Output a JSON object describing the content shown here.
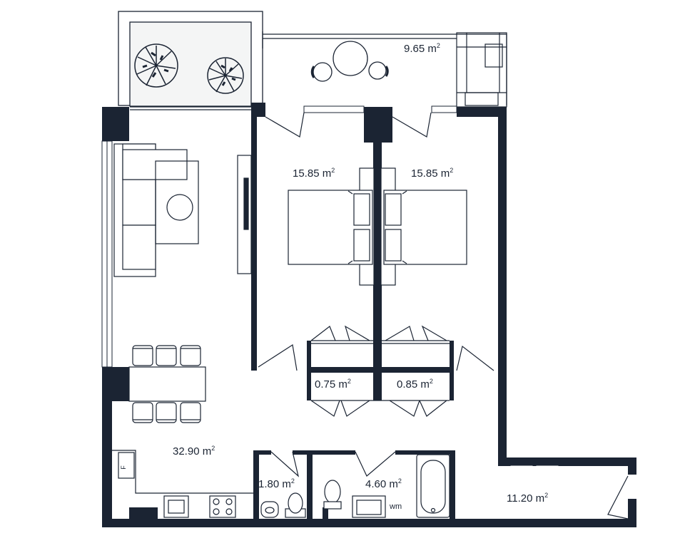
{
  "floor_plan": {
    "wall_color": "#1b2433",
    "line_color": "#1b2433",
    "rooms": [
      {
        "id": "balcony",
        "area": "9.65",
        "unit": "m",
        "sup": "2"
      },
      {
        "id": "bedroom-1",
        "area": "15.85",
        "unit": "m",
        "sup": "2"
      },
      {
        "id": "bedroom-2",
        "area": "15.85",
        "unit": "m",
        "sup": "2"
      },
      {
        "id": "closet-1",
        "area": "0.75",
        "unit": "m",
        "sup": "2"
      },
      {
        "id": "closet-2",
        "area": "0.85",
        "unit": "m",
        "sup": "2"
      },
      {
        "id": "living-kitchen",
        "area": "32.90",
        "unit": "m",
        "sup": "2"
      },
      {
        "id": "wc",
        "area": "1.80",
        "unit": "m",
        "sup": "2"
      },
      {
        "id": "bathroom",
        "area": "4.60",
        "unit": "m",
        "sup": "2"
      },
      {
        "id": "hall",
        "area": "11.20",
        "unit": "m",
        "sup": "2"
      }
    ],
    "fixture_labels": {
      "fridge": "F",
      "washing_machine": "wm"
    }
  }
}
